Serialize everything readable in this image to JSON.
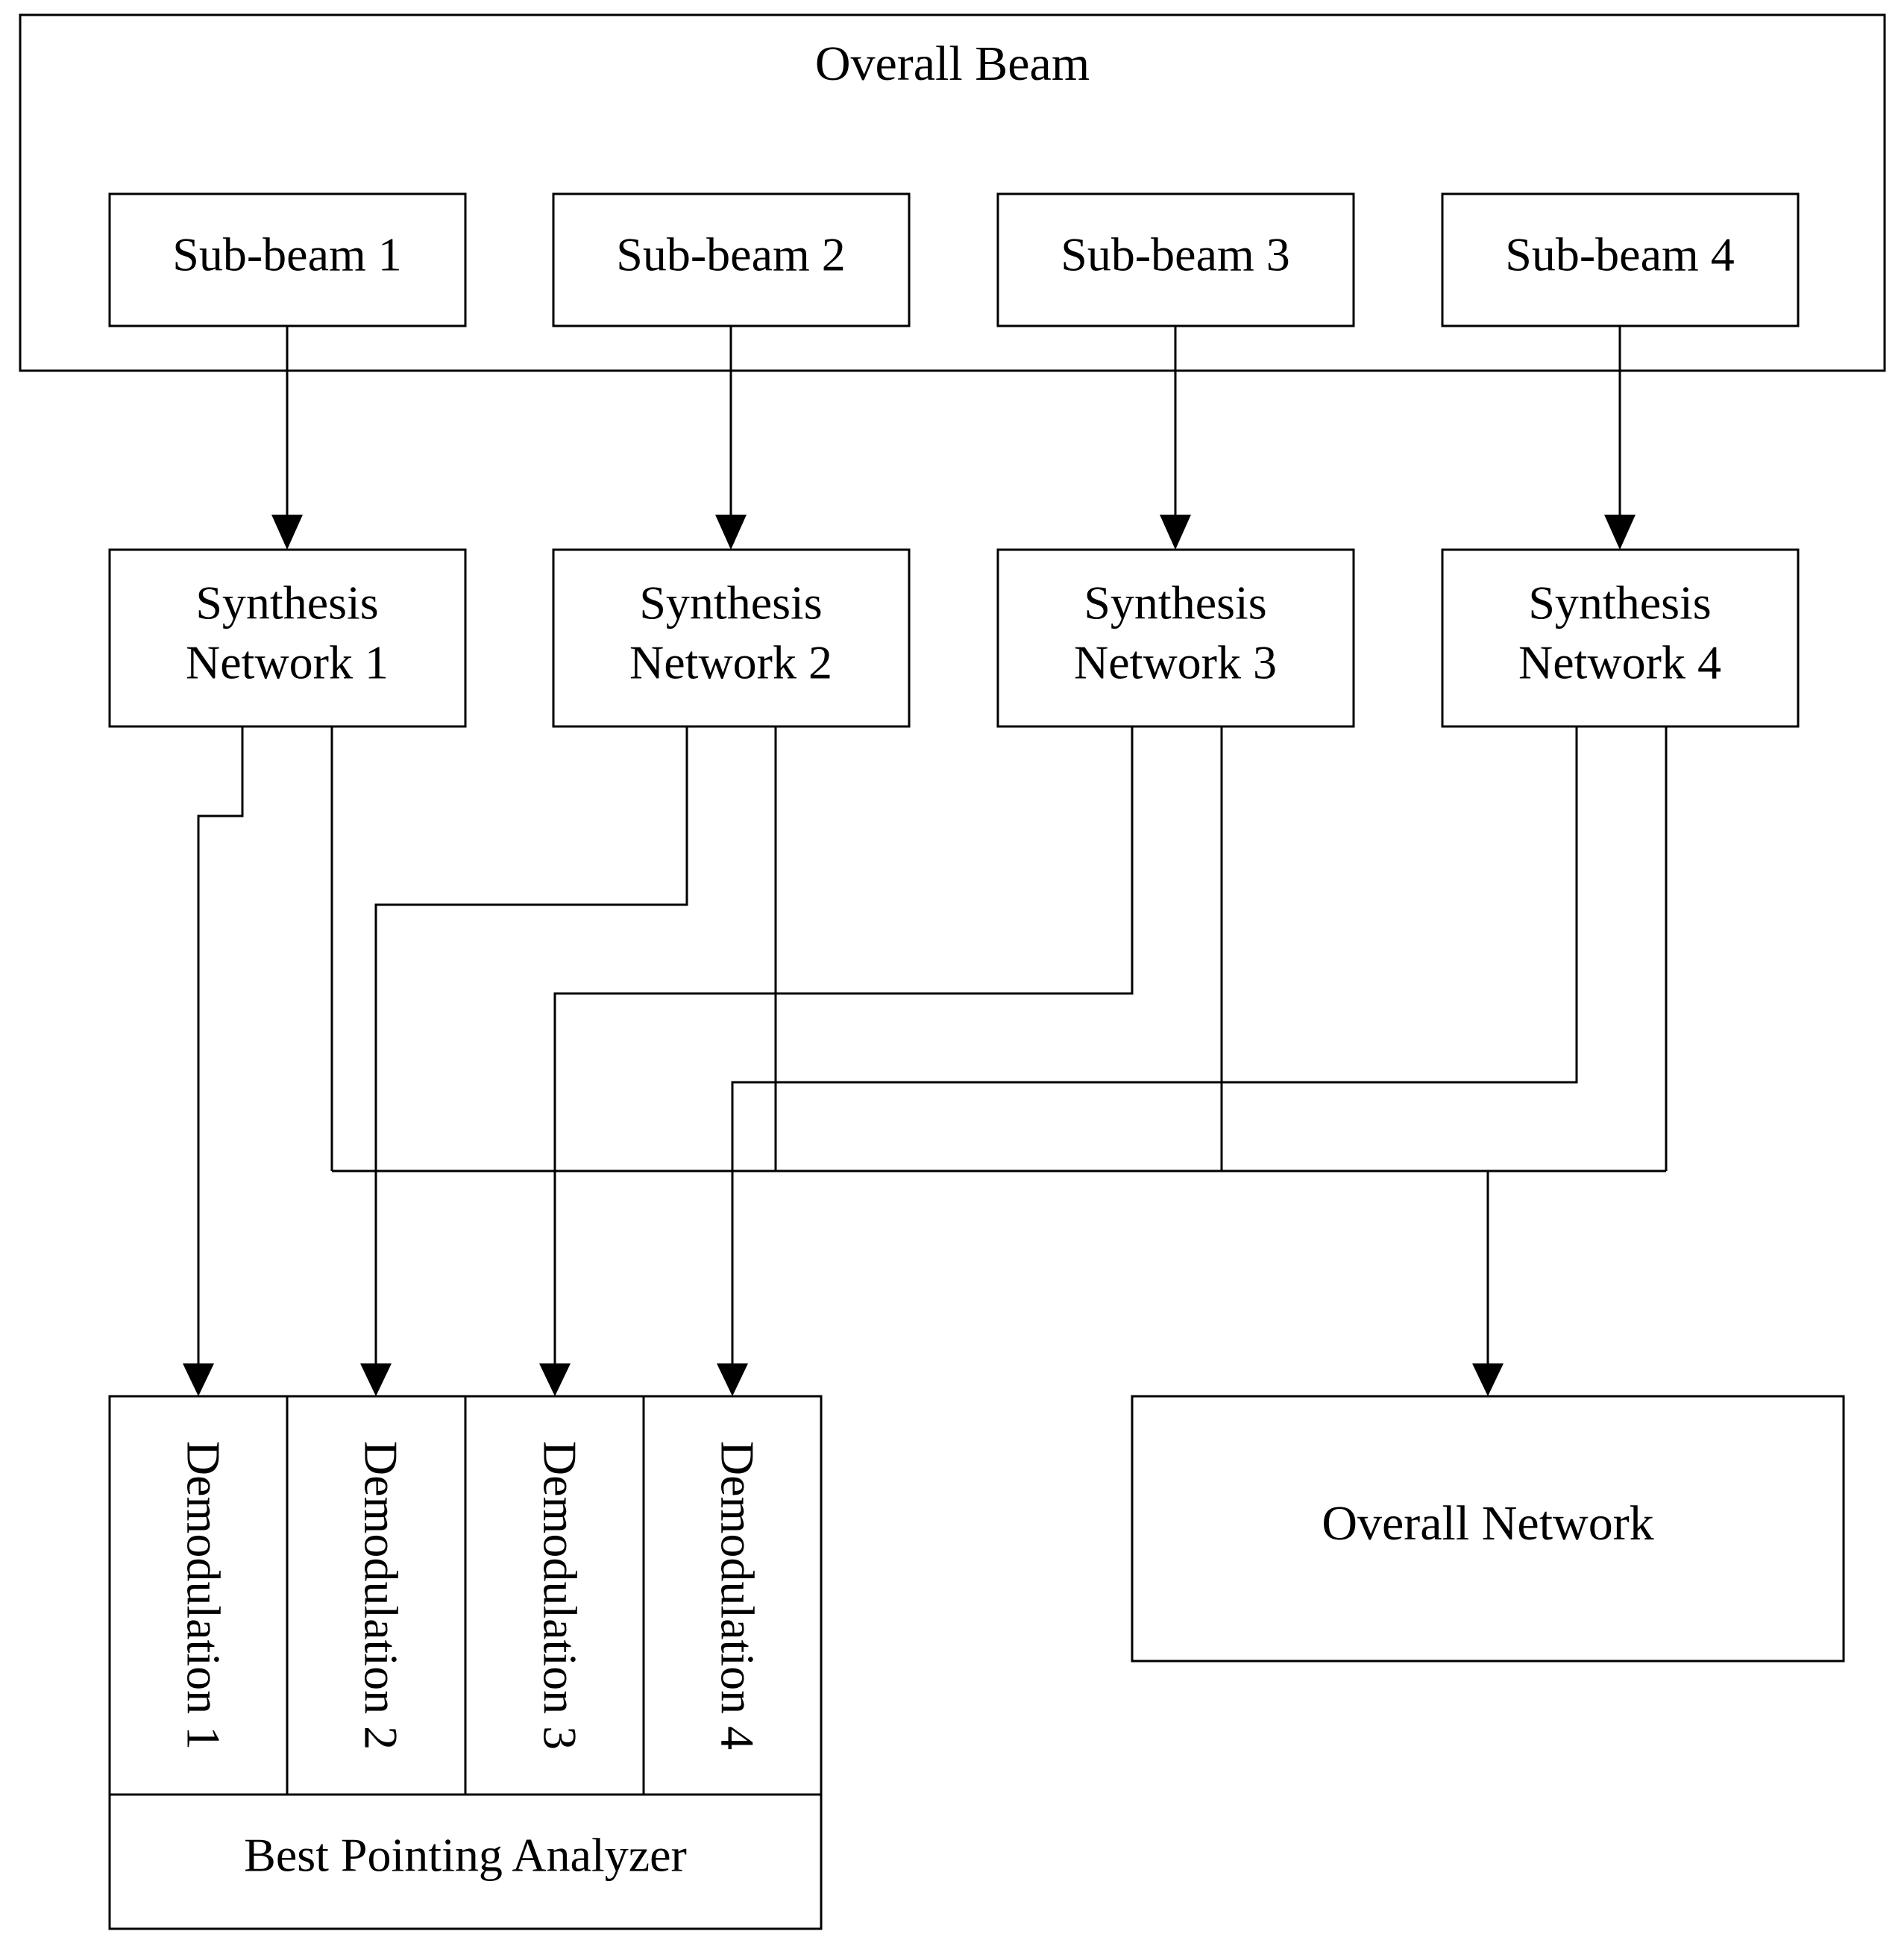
{
  "overall_beam": {
    "title": "Overall Beam"
  },
  "sub_beams": [
    {
      "label": "Sub-beam 1"
    },
    {
      "label": "Sub-beam 2"
    },
    {
      "label": "Sub-beam 3"
    },
    {
      "label": "Sub-beam 4"
    }
  ],
  "synthesis_networks": [
    {
      "line1": "Synthesis",
      "line2": "Network 1"
    },
    {
      "line1": "Synthesis",
      "line2": "Network 2"
    },
    {
      "line1": "Synthesis",
      "line2": "Network 3"
    },
    {
      "line1": "Synthesis",
      "line2": "Network 4"
    }
  ],
  "demodulations": [
    {
      "label": "Demodulation 1"
    },
    {
      "label": "Demodulation 2"
    },
    {
      "label": "Demodulation 3"
    },
    {
      "label": "Demodulation 4"
    }
  ],
  "analyzer": {
    "label": "Best Pointing Analyzer"
  },
  "overall_network": {
    "label": "Overall Network"
  },
  "colors": {
    "line": "#000000",
    "background": "#ffffff"
  }
}
